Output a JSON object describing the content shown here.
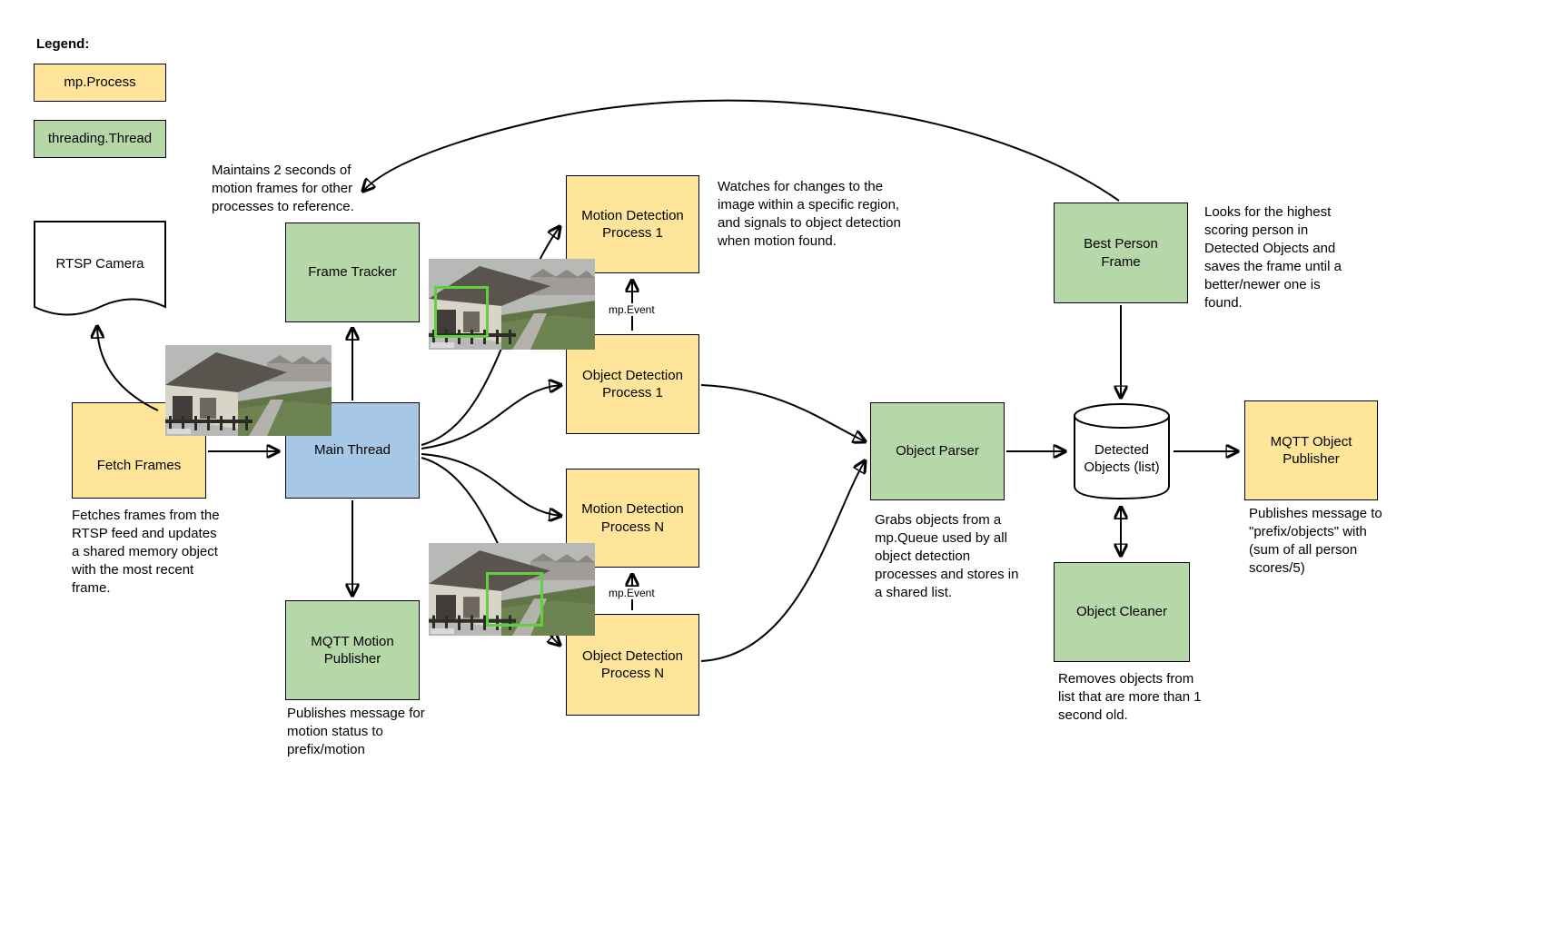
{
  "diagram": {
    "legend": {
      "title": "Legend:",
      "items": [
        {
          "label": "mp.Process",
          "color": "#ffe59a"
        },
        {
          "label": "threading.Thread",
          "color": "#b6d7a8"
        }
      ]
    },
    "colors": {
      "process_fill": "#ffe59a",
      "thread_fill": "#b6d7a8",
      "main_thread_fill": "#a7c7e7",
      "detection_box": "#5ed13c"
    },
    "nodes": {
      "rtsp_camera": {
        "label": "RTSP Camera",
        "type": "document"
      },
      "fetch_frames": {
        "label": "Fetch Frames",
        "type": "mp.Process"
      },
      "frame_tracker": {
        "label": "Frame Tracker",
        "type": "threading.Thread"
      },
      "main_thread": {
        "label": "Main Thread",
        "type": "main-thread"
      },
      "mqtt_motion_publisher": {
        "label": "MQTT Motion Publisher",
        "type": "threading.Thread"
      },
      "motion_detection_1": {
        "label": "Motion Detection Process 1",
        "type": "mp.Process"
      },
      "object_detection_1": {
        "label": "Object Detection Process 1",
        "type": "mp.Process"
      },
      "motion_detection_n": {
        "label": "Motion Detection Process N",
        "type": "mp.Process"
      },
      "object_detection_n": {
        "label": "Object Detection Process N",
        "type": "mp.Process"
      },
      "object_parser": {
        "label": "Object Parser",
        "type": "threading.Thread"
      },
      "detected_objects": {
        "label": "Detected Objects (list)",
        "type": "datastore"
      },
      "best_person_frame": {
        "label": "Best Person Frame",
        "type": "threading.Thread"
      },
      "object_cleaner": {
        "label": "Object Cleaner",
        "type": "threading.Thread"
      },
      "mqtt_object_publisher": {
        "label": "MQTT Object Publisher",
        "type": "mp.Process"
      }
    },
    "edge_labels": {
      "mp_event_1": "mp.Event",
      "mp_event_2": "mp.Event"
    },
    "annotations": {
      "frame_tracker_note": "Maintains 2 seconds of motion frames for other processes to reference.",
      "motion_detection_note": "Watches for changes to the image within a specific region, and signals to object detection when motion found.",
      "best_person_note": "Looks for the highest scoring person in Detected Objects and saves the frame until a better/newer one is found.",
      "fetch_frames_note": "Fetches frames from the RTSP feed and updates a shared memory object with the most recent frame.",
      "mqtt_motion_note": "Publishes message for motion status to prefix/motion",
      "object_parser_note": "Grabs objects from a mp.Queue used by all object detection processes and stores in a shared list.",
      "object_cleaner_note": "Removes objects from list that are more than 1 second old.",
      "mqtt_object_note": "Publishes message to \"prefix/objects\" with (sum of all person scores/5)"
    },
    "edges": [
      {
        "from": "fetch_frames",
        "to": "rtsp_camera"
      },
      {
        "from": "fetch_frames",
        "to": "main_thread"
      },
      {
        "from": "main_thread",
        "to": "frame_tracker"
      },
      {
        "from": "main_thread",
        "to": "mqtt_motion_publisher"
      },
      {
        "from": "main_thread",
        "to": "motion_detection_1"
      },
      {
        "from": "main_thread",
        "to": "object_detection_1"
      },
      {
        "from": "main_thread",
        "to": "motion_detection_n"
      },
      {
        "from": "main_thread",
        "to": "object_detection_n"
      },
      {
        "from": "object_detection_1",
        "to": "motion_detection_1",
        "label": "mp.Event"
      },
      {
        "from": "object_detection_n",
        "to": "motion_detection_n",
        "label": "mp.Event"
      },
      {
        "from": "object_detection_1",
        "to": "object_parser"
      },
      {
        "from": "object_detection_n",
        "to": "object_parser"
      },
      {
        "from": "object_parser",
        "to": "detected_objects"
      },
      {
        "from": "detected_objects",
        "to": "mqtt_object_publisher"
      },
      {
        "from": "best_person_frame",
        "to": "detected_objects"
      },
      {
        "from": "detected_objects",
        "to": "object_cleaner",
        "bidirectional": true
      },
      {
        "from": "best_person_frame",
        "to": "frame_tracker"
      }
    ]
  }
}
